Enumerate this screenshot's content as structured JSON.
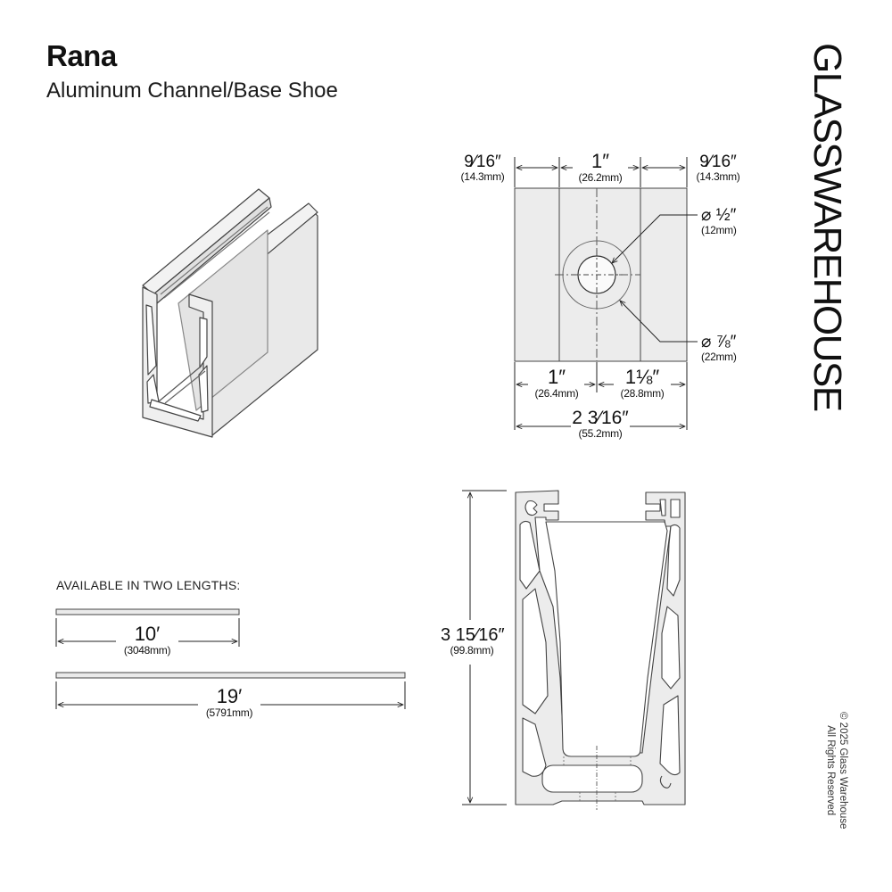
{
  "header": {
    "title": "Rana",
    "subtitle": "Aluminum Channel/Base Shoe"
  },
  "brand": {
    "name": "GLASSWAREHOUSE"
  },
  "copyright": {
    "line1": "© 2025 Glass Warehouse",
    "line2": "All Rights Reserved"
  },
  "top_view": {
    "top_dimensions": [
      {
        "imperial": "9⁄16″",
        "metric": "(14.3mm)"
      },
      {
        "imperial": "1″",
        "metric": "(26.2mm)"
      },
      {
        "imperial": "9⁄16″",
        "metric": "(14.3mm)"
      }
    ],
    "bottom_dimensions": [
      {
        "imperial": "1″",
        "metric": "(26.4mm)"
      },
      {
        "imperial": "1⅛″",
        "metric": "(28.8mm)"
      }
    ],
    "overall_width": {
      "imperial": "2 3⁄16″",
      "metric": "(55.2mm)"
    },
    "hole_callouts": [
      {
        "imperial": "⌀ ½″",
        "metric": "(12mm)"
      },
      {
        "imperial": "⌀ ⅞″",
        "metric": "(22mm)"
      }
    ]
  },
  "profile_view": {
    "height": {
      "imperial": "3 15⁄16″",
      "metric": "(99.8mm)"
    }
  },
  "lengths": {
    "label": "AVAILABLE IN TWO LENGTHS:",
    "options": [
      {
        "imperial": "10′",
        "metric": "(3048mm)"
      },
      {
        "imperial": "19′",
        "metric": "(5791mm)"
      }
    ]
  },
  "colors": {
    "line": "#3a3a3a",
    "fill": "#ececec",
    "background": "#ffffff"
  }
}
